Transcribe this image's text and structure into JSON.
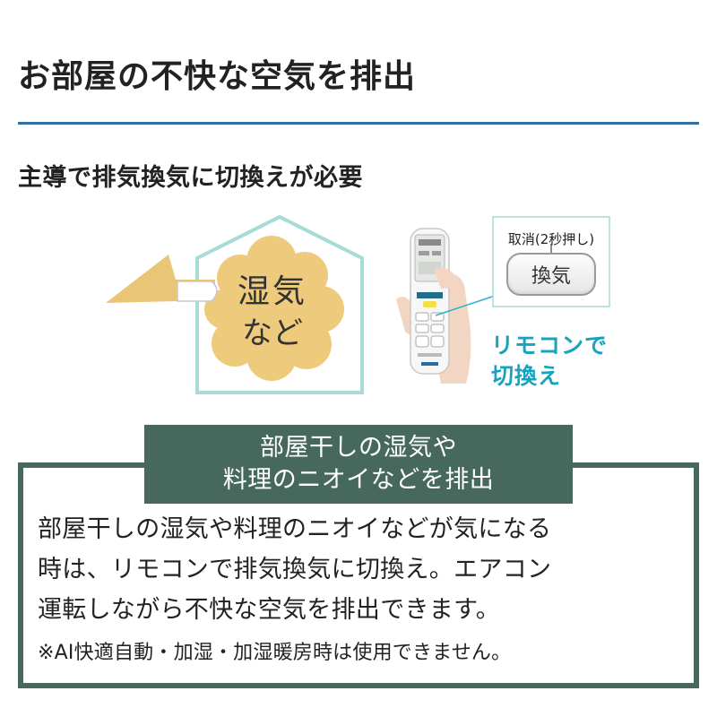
{
  "header": {
    "title": "お部屋の不快な空気を排出"
  },
  "subtitle": "主導で排気換気に切換えが必要",
  "illustration": {
    "cloud_line1": "湿気",
    "cloud_line2": "など",
    "zoom_top_label": "取消(2秒押し)",
    "zoom_button_label": "換気",
    "caption_line1": "リモコンで",
    "caption_line2": "切換え",
    "colors": {
      "house": "#a8dcd9",
      "cloud": "#eecb7c",
      "arrow": "#e9c677",
      "caption": "#17a3bf"
    }
  },
  "feature": {
    "header_line1": "部屋干しの湿気や",
    "header_line2": "料理のニオイなどを排出",
    "desc_line1": "部屋干しの湿気や料理のニオイなどが気になる",
    "desc_line2": "時は、リモコンで排気換気に切換え。エアコン",
    "desc_line3": "運転しながら不快な空気を排出できます。",
    "note": "※AI快適自動・加湿・加湿暖房時は使用できません。",
    "colors": {
      "accent": "#46685d",
      "rule": "#2f70a6"
    }
  }
}
